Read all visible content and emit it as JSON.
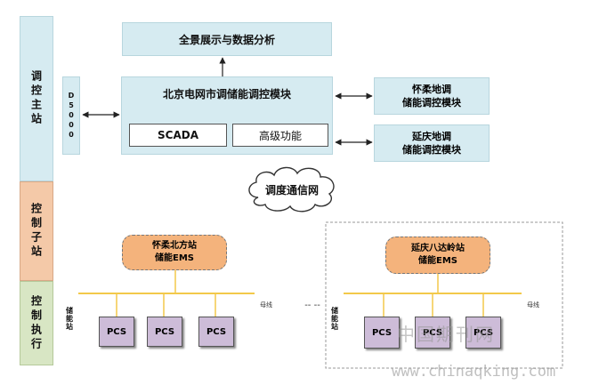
{
  "left_column": {
    "master_station": "调控主站",
    "sub_station": "控制子站",
    "execution": "控制执行"
  },
  "top": {
    "panorama": "全景展示与数据分析",
    "d5000": "D5000",
    "beijing_module": "北京电网市调储能调控模块",
    "scada": "SCADA",
    "advanced": "高级功能",
    "huairou_module_line1": "怀柔地调",
    "huairou_module_line2": "储能调控模块",
    "yanqing_module_line1": "延庆地调",
    "yanqing_module_line2": "储能调控模块",
    "cloud": "调度通信网"
  },
  "left_site": {
    "ems_line1": "怀柔北方站",
    "ems_line2": "储能EMS",
    "station_label": "储能站",
    "bus_label": "母线",
    "pcs": [
      "PCS",
      "PCS",
      "PCS"
    ]
  },
  "right_site": {
    "ems_line1": "延庆八达岭站",
    "ems_line2": "储能EMS",
    "station_label": "储能站",
    "bus_label": "母线",
    "pcs": [
      "PCS",
      "PCS",
      "PCS"
    ]
  },
  "separator": "-- --",
  "watermark": {
    "cn": "中国期刊网",
    "url": "www.chinaqking.com"
  },
  "colors": {
    "blue_box": "#d6ebf1",
    "peach": "#f4c9a8",
    "green": "#d8e6c4",
    "ems_orange": "#f4b37c",
    "pcs_purple": "#cdbcd8",
    "bus_yellow": "#f3c94a"
  }
}
